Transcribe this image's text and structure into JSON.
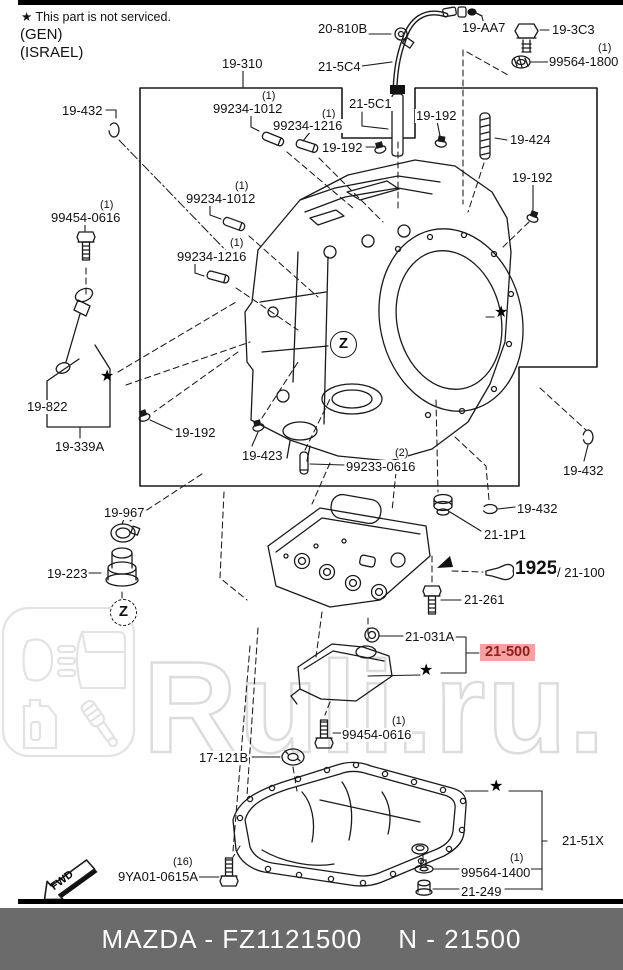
{
  "header": {
    "star": "★",
    "service_note": "This part is not serviced.",
    "regions": [
      "(GEN)",
      "(ISRAEL)"
    ]
  },
  "watermark": {
    "text": "Ruli.ru."
  },
  "markers": {
    "star": "★",
    "zone": "Z",
    "fwd": "FWD"
  },
  "figure_reference": {
    "number": "1925",
    "section": "/ 21-100"
  },
  "callouts": {
    "p19_310": {
      "text": "19-310"
    },
    "p20_810B": {
      "text": "20-810B"
    },
    "p21_5C4": {
      "text": "21-5C4"
    },
    "p19_AA7": {
      "text": "19-AA7"
    },
    "p19_3C3": {
      "text": "19-3C3"
    },
    "p99564_1800": {
      "qty": "(1)",
      "text": "99564-1800"
    },
    "p21_5C1": {
      "text": "21-5C1"
    },
    "p19_432": {
      "text": "19-432"
    },
    "p99234_1012": {
      "qty": "(1)",
      "text": "99234-1012"
    },
    "p99234_1216": {
      "qty": "(1)",
      "text": "99234-1216"
    },
    "p19_192": {
      "text": "19-192"
    },
    "p19_424": {
      "text": "19-424"
    },
    "p99454_0616": {
      "qty": "(1)",
      "text": "99454-0616"
    },
    "p19_822": {
      "text": "19-822"
    },
    "p19_339A": {
      "text": "19-339A"
    },
    "p19_423": {
      "text": "19-423"
    },
    "p99233_0616": {
      "qty": "(2)",
      "text": "99233-0616"
    },
    "p21_1P1": {
      "text": "21-1P1"
    },
    "p19_967": {
      "text": "19-967"
    },
    "p19_223": {
      "text": "19-223"
    },
    "p21_261": {
      "text": "21-261"
    },
    "p21_031A": {
      "text": "21-031A"
    },
    "p21_500": {
      "text": "21-500"
    },
    "p17_121B": {
      "text": "17-121B"
    },
    "p21_51X": {
      "text": "21-51X"
    },
    "p99564_1400": {
      "qty": "(1)",
      "text": "99564-1400"
    },
    "p21_249": {
      "text": "21-249"
    },
    "p9YA01_0615A": {
      "qty": "(16)",
      "text": "9YA01-0615A"
    }
  },
  "colors": {
    "highlight_bg": "#f5a1a1",
    "highlight_text": "#8d1f1f",
    "footer_bg": "#6b6b6b",
    "watermark": "#dcdcdc"
  },
  "footer": {
    "catalog_code": "MAZDA - FZ1121500",
    "part_code": "N - 21500"
  }
}
